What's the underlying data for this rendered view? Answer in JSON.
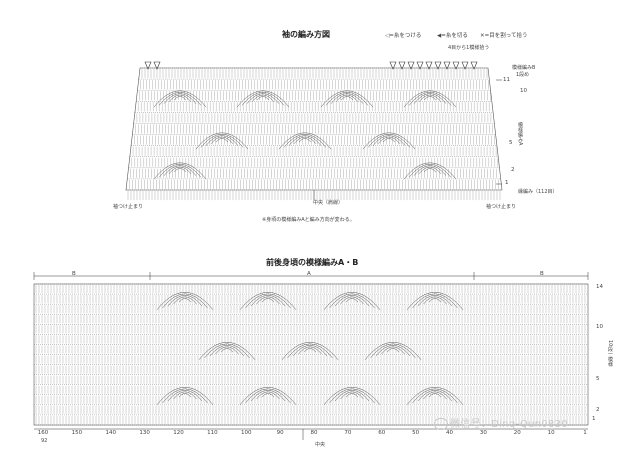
{
  "sleeve": {
    "title": "袖の編み方図",
    "legend": [
      {
        "symbol": "◁",
        "text": "=糸をつける"
      },
      {
        "symbol": "◀",
        "text": "=糸を切る"
      },
      {
        "symbol": "✕",
        "text": "=目を割って拾う"
      }
    ],
    "dec_note": "4目から1模様拾う",
    "side_labels": {
      "pattern_b": "模様編みB",
      "one_turn": "1段め",
      "pattern_a": "模様編みA",
      "fringe": "縁編み（112目）"
    },
    "row_numbers": [
      "11",
      "10",
      "5",
      "2",
      "1"
    ],
    "bottom_left": "袖つけ止まり",
    "bottom_right": "袖つけ止まり",
    "center_label": "中央（肩線）",
    "note": "※身頃の模様編みAと編み方向が変わる。"
  },
  "body": {
    "title": "前後身頃の模様編みA・B",
    "sections": {
      "left": "B",
      "middle": "A",
      "right": "B"
    },
    "row_numbers": [
      "14",
      "10",
      "5",
      "2",
      "1"
    ],
    "side_note": "10段一模様",
    "x_ticks": [
      "160",
      "150",
      "140",
      "130",
      "120",
      "110",
      "100",
      "90",
      "80",
      "70",
      "60",
      "50",
      "40",
      "30",
      "20",
      "10",
      "1"
    ],
    "center_label": "中央",
    "page_number": "92"
  },
  "watermark": "微信号：Ding-Qun0830"
}
